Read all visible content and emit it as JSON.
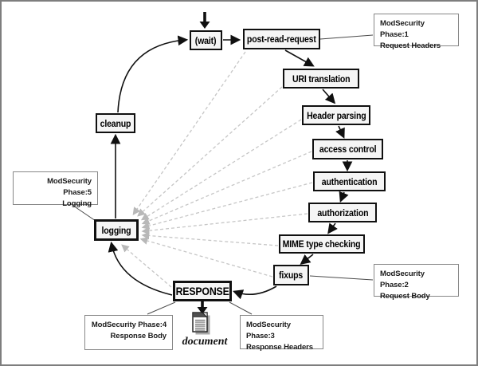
{
  "diagram": {
    "nodes": {
      "wait": "(wait)",
      "post_read_request": "post-read-request",
      "uri_translation": "URI translation",
      "header_parsing": "Header parsing",
      "access_control": "access control",
      "authentication": "authentication",
      "authorization": "authorization",
      "mime_type_checking": "MIME type checking",
      "fixups": "fixups",
      "response": "RESPONSE",
      "logging": "logging",
      "cleanup": "cleanup"
    },
    "notes": {
      "phase1": {
        "title": "ModSecurity Phase:1",
        "subtitle": "Request Headers"
      },
      "phase2": {
        "title": "ModSecurity Phase:2",
        "subtitle": "Request Body"
      },
      "phase3": {
        "title": "ModSecurity Phase:3",
        "subtitle": "Response Headers"
      },
      "phase4": {
        "title": "ModSecurity Phase:4",
        "subtitle": "Response Body"
      },
      "phase5": {
        "title": "ModSecurity Phase:5",
        "subtitle": "Logging"
      }
    },
    "document_label": "document",
    "colors": {
      "node_fill": "#f5f5f5",
      "node_border": "#101010",
      "note_border": "#878787",
      "dashed_line": "#c6c6c6",
      "dashed_arrowhead": "#b8b8b8",
      "frame": "#7e7e7e"
    }
  }
}
